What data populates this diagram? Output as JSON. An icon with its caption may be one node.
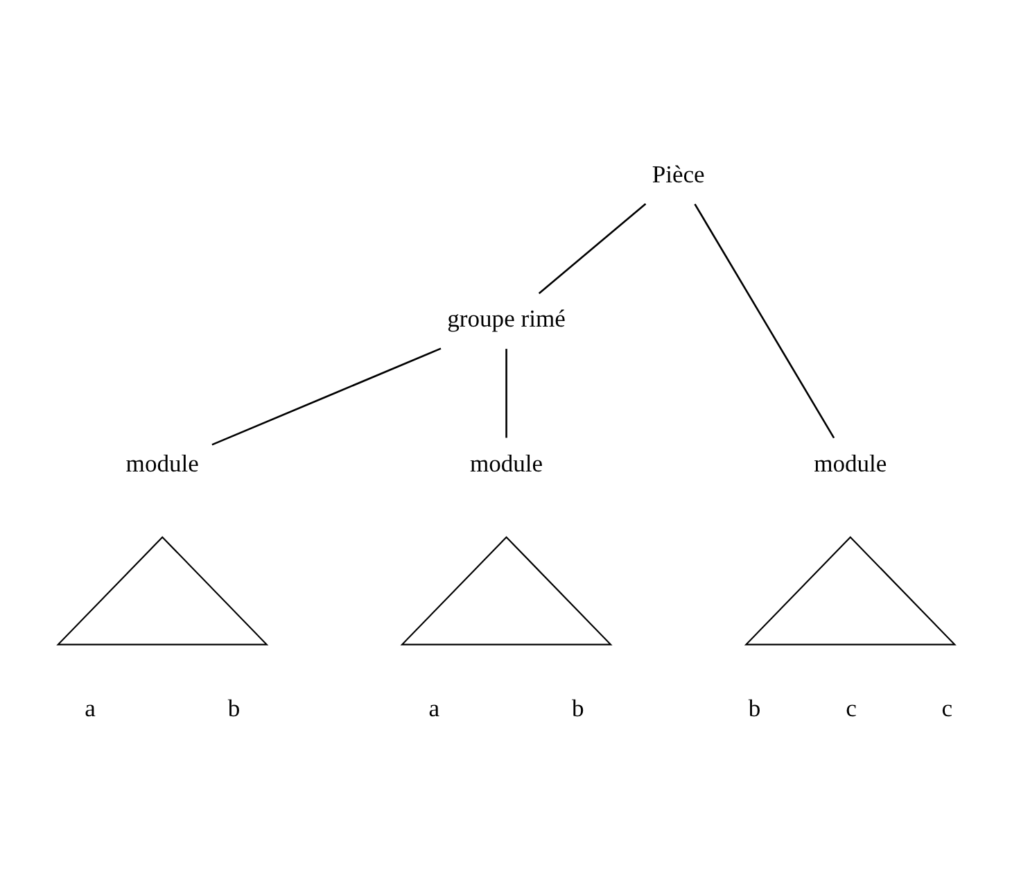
{
  "diagram": {
    "nodes": [
      {
        "text": [
          "Pièce"
        ]
      },
      {
        "text": [
          "groupe rimé"
        ]
      },
      {
        "text": [
          "module"
        ]
      },
      {
        "text": [
          "module"
        ]
      },
      {
        "text": [
          "module"
        ]
      },
      {
        "text": [],
        "shape": "triangle",
        "beside": [
          "a",
          "b"
        ]
      },
      {
        "text": [],
        "shape": "triangle",
        "beside": [
          "a",
          "b"
        ]
      },
      {
        "text": [],
        "shape": "triangle",
        "beside": [
          "b",
          "c",
          "c"
        ]
      }
    ],
    "edges": [
      {
        "from": 0,
        "to": 1,
        "arrow": "none"
      },
      {
        "from": 0,
        "to": 4,
        "arrow": "none"
      },
      {
        "from": 1,
        "to": 2,
        "arrow": "none"
      },
      {
        "from": 1,
        "to": 3,
        "arrow": "none"
      }
    ]
  }
}
